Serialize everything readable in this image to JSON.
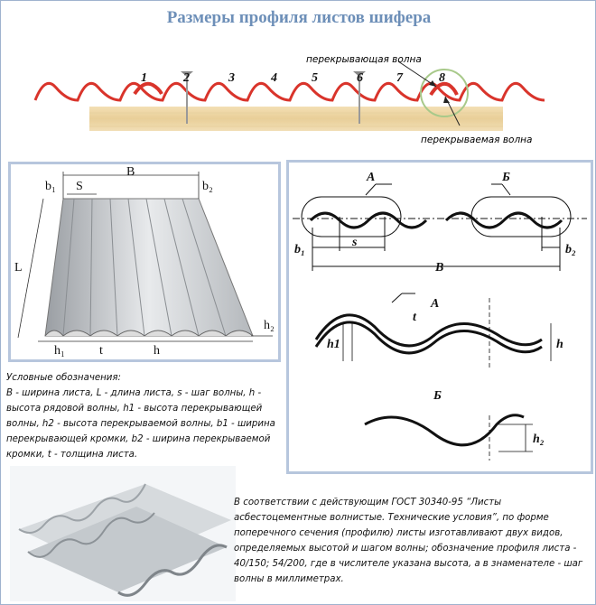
{
  "title": "Размеры профиля листов шифера",
  "top_diagram": {
    "wave_numbers": [
      "1",
      "2",
      "3",
      "4",
      "5",
      "6",
      "7",
      "8"
    ],
    "overlapping_wave": "перекрывающая волна",
    "overlapped_wave": "перекрываемая волна"
  },
  "sheet_diagram": {
    "labels": {
      "B": "B",
      "b1": "b₁",
      "b2": "b₂",
      "S": "S",
      "L": "L",
      "h1": "h₁",
      "t": "t",
      "h": "h",
      "h2": "h₂"
    }
  },
  "profile_diagram": {
    "labels": {
      "A": "А",
      "B_cyr": "Б",
      "b1": "b₁",
      "s": "s",
      "b2": "b₂",
      "B": "В",
      "A2": "А",
      "t": "t",
      "h1": "h1",
      "h": "h",
      "B2": "Б",
      "h2": "h₂"
    }
  },
  "legend": {
    "heading": "Условные обозначения:",
    "text": "B - ширина листа, L - длина листа, s - шаг волны, h - высота рядовой волны, h1 - высота перекрывающей волны, h2 - высота перекрываемой волны, b1 - ширина перекрывающей кромки, b2 -  ширина перекрываемой кромки, t - толщина листа."
  },
  "gost_text": "В соответствии с действующим ГОСТ 30340-95 “Листы асбестоцементные волнистые. Технические условия”, по форме поперечного сечения (профилю) листы изготавливают двух видов, определяемых высотой и шагом волны;  обозначение профиля листа -  40/150;  54/200, где в числителе указана высота, а в знаменателе -  шаг волны в миллиметрах.",
  "colors": {
    "title": "#6d8fb8",
    "wave": "#d9342b",
    "frame": "#b7c6dd"
  }
}
